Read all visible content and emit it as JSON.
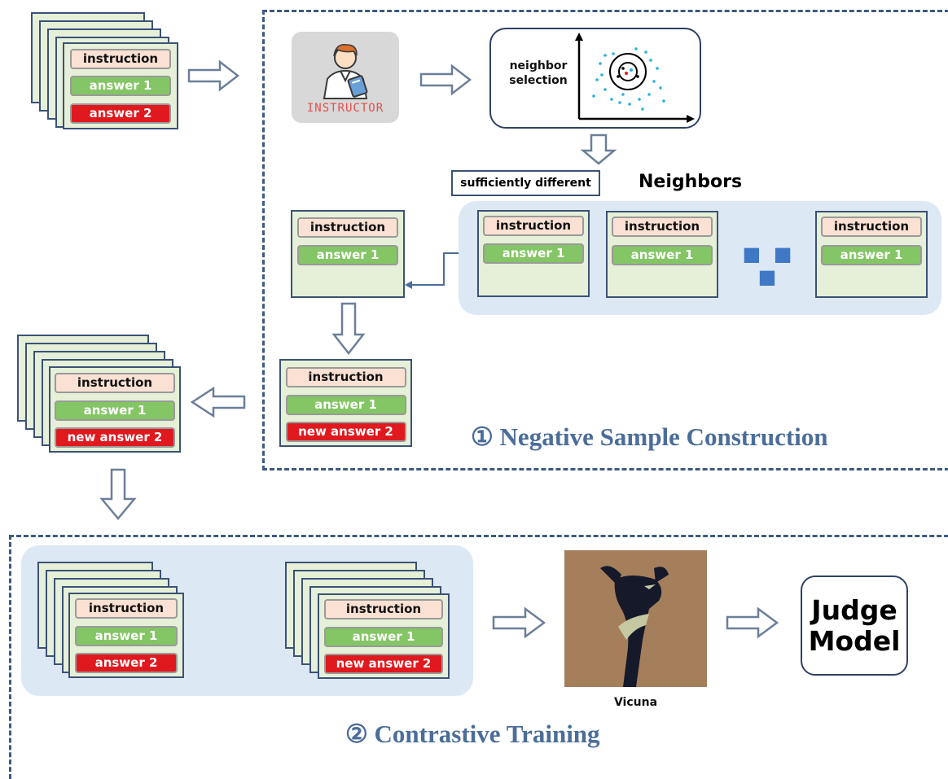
{
  "labels": {
    "instruction": "instruction",
    "answer1": "answer 1",
    "answer2": "answer 2",
    "new_answer2": "new answer 2",
    "instructor": "INSTRUCTOR",
    "neighbor_selection_line1": "neighbor",
    "neighbor_selection_line2": "selection",
    "sufficiently_different": "sufficiently different",
    "neighbors": "Neighbors",
    "ellipsis": "■ ■ ■",
    "vicuna": "Vicuna",
    "judge_line1": "Judge",
    "judge_line2": "Model"
  },
  "sections": {
    "negative": "① Negative Sample Construction",
    "contrastive": "② Contrastive Training"
  },
  "colors": {
    "dash": "#3d5a80",
    "card_bg": "#e6f0d8",
    "card_border": "#3b5275",
    "instruction": "#fae1d3",
    "answer1": "#84c565",
    "answer2": "#e0191f",
    "panel": "#dde8f5",
    "title": "#4b6d99",
    "dots": "#2ab0d8"
  }
}
